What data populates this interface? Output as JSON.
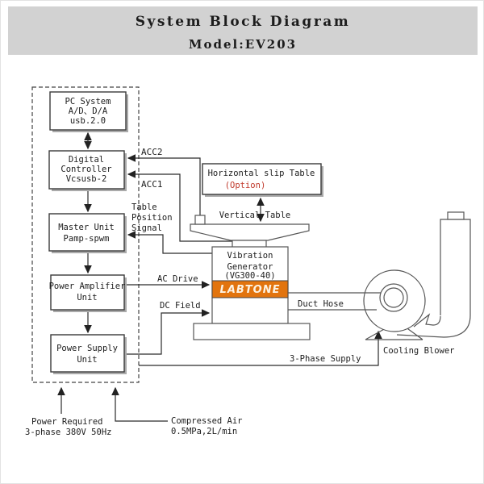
{
  "title": {
    "line1": "System Block Diagram",
    "line2": "Model:EV203"
  },
  "boxes": {
    "pc_system": {
      "lines": [
        "PC System",
        "A/D、D/A",
        "usb.2.0"
      ]
    },
    "digital_controller": {
      "lines": [
        "Digital",
        "Controller",
        "Vcsusb-2"
      ]
    },
    "master_unit": {
      "lines": [
        "Master Unit",
        "Pamp-spwm"
      ]
    },
    "power_amplifier": {
      "lines": [
        "Power Amplifier",
        "Unit"
      ]
    },
    "power_supply": {
      "lines": [
        "Power Supply",
        "Unit"
      ]
    },
    "horizontal_slip_table": {
      "title": "Horizontal slip Table",
      "option": "(Option)"
    },
    "vibration_generator": {
      "lines": [
        "Vibration",
        "Generator",
        "(VG300-40)"
      ],
      "brand": "LABTONE"
    }
  },
  "labels": {
    "acc2": "ACC2",
    "acc1": "ACC1",
    "table_position_signal": [
      "Table",
      "Position",
      "Signal"
    ],
    "ac_drive": "AC Drive",
    "dc_field": "DC Field",
    "vertical_table": "Vertical Table",
    "duct_hose": "Duct Hose",
    "three_phase_supply": "3-Phase Supply",
    "cooling_blower": "Cooling Blower",
    "power_required": [
      "Power Required",
      "3-phase 380V 50Hz"
    ],
    "compressed_air": [
      "Compressed Air",
      "0.5MPa,2L/min"
    ]
  },
  "colors": {
    "banner_bg": "#d2d2d2",
    "brand_band": "#e2740e",
    "option_text": "#c0392b",
    "line": "#2a2a2a"
  }
}
